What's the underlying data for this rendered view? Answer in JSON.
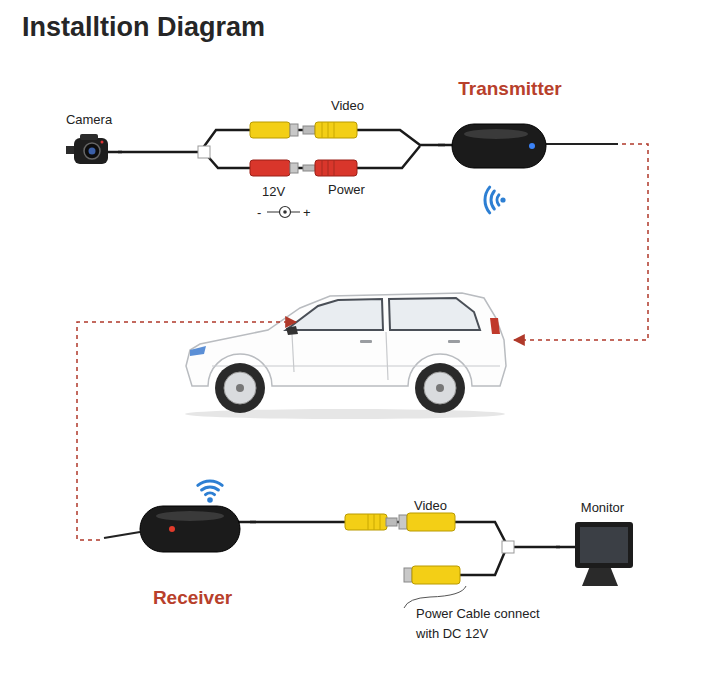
{
  "diagram": {
    "title": "Installtion Diagram",
    "nodes": [
      {
        "text": [
          "Camera"
        ]
      },
      {
        "text": [
          "Transmitter"
        ]
      },
      {
        "text": [
          "Receiver"
        ]
      },
      {
        "text": [
          "Monitor"
        ]
      }
    ],
    "edges": [
      {
        "from": 0,
        "to": 1,
        "arrow": "none"
      },
      {
        "from": 2,
        "to": 3,
        "arrow": "none"
      }
    ],
    "labels": [
      "Video",
      "Power",
      "12V",
      "-",
      "+",
      "Video",
      "Power Cable connect with DC 12V"
    ]
  }
}
